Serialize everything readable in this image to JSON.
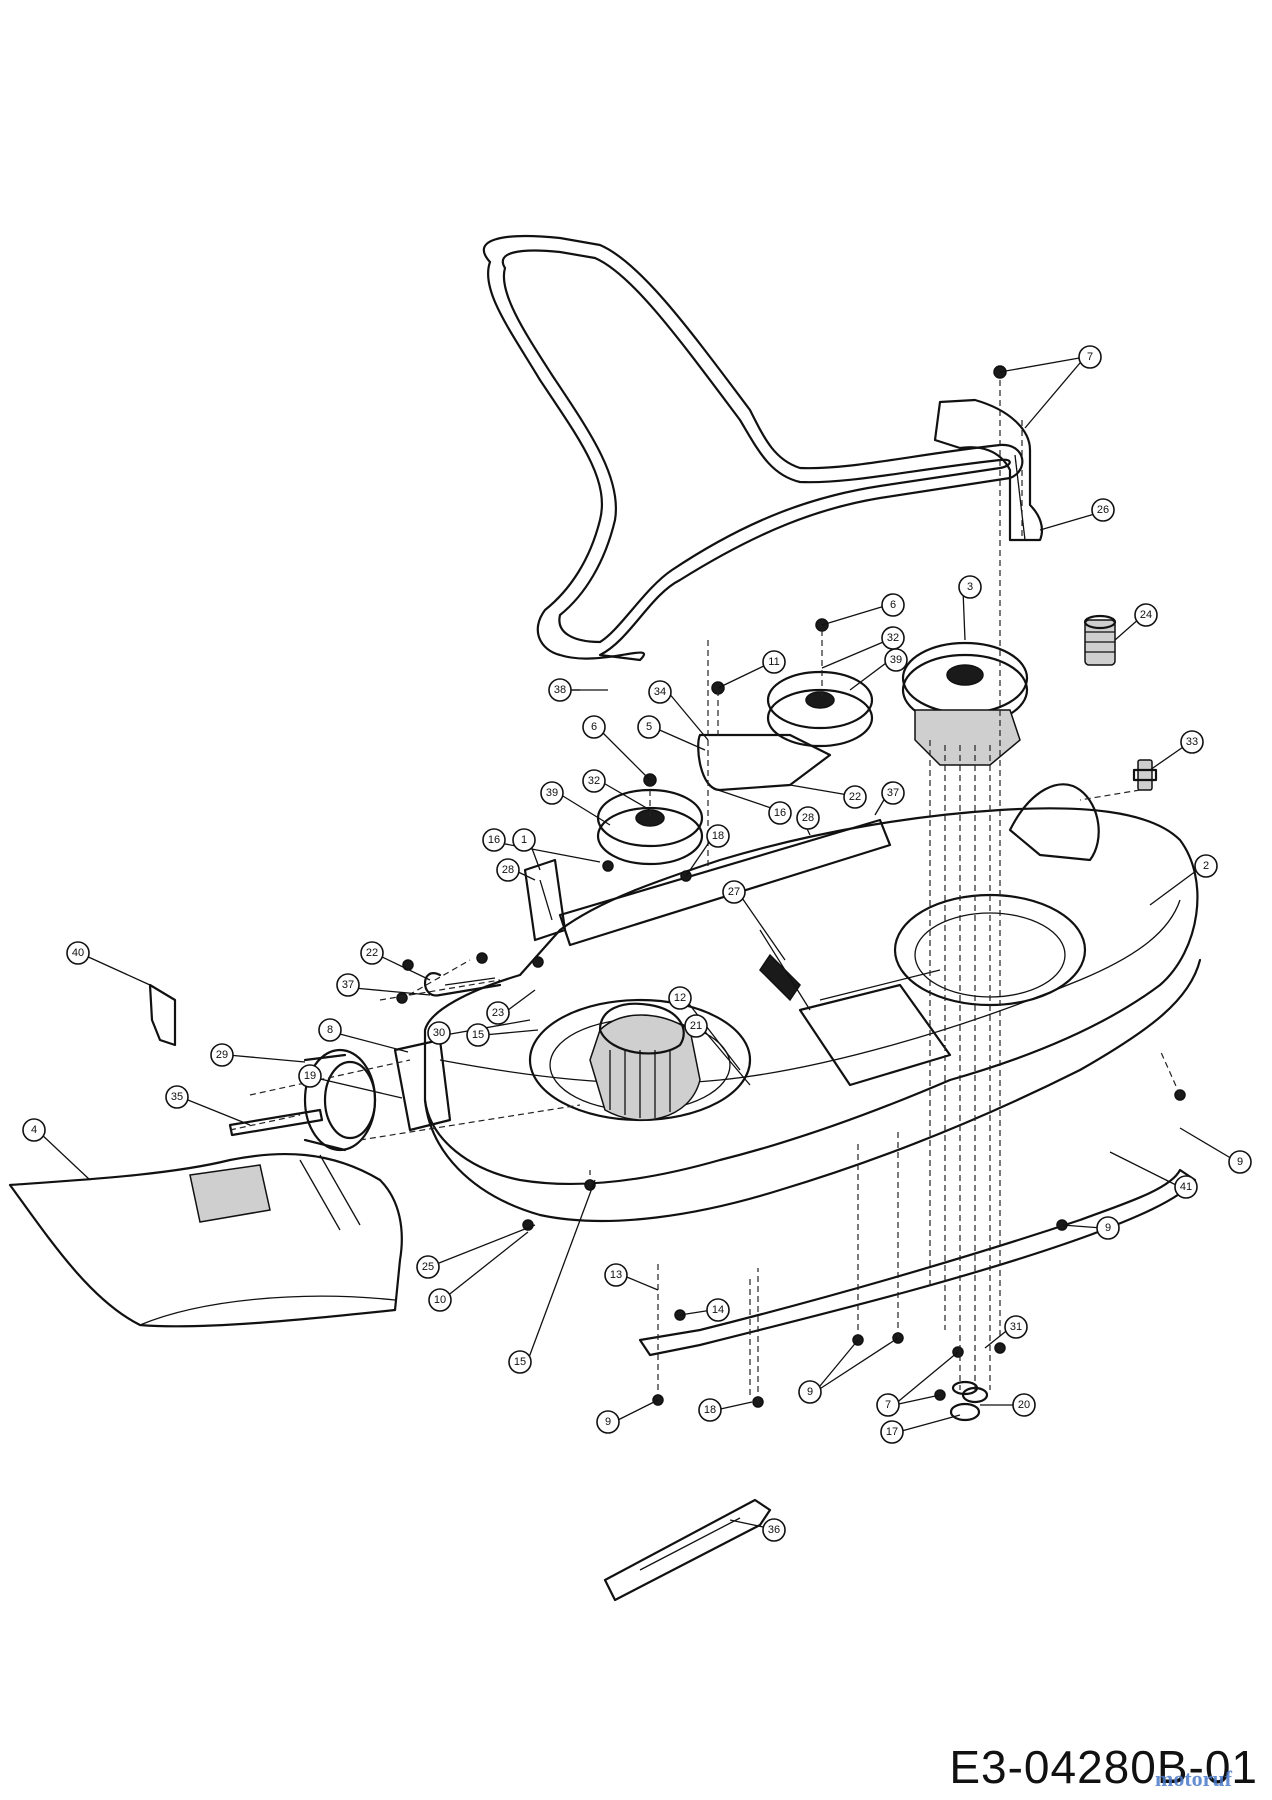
{
  "document_id": "E3-04280B-01",
  "watermark": "motoruf",
  "callouts": [
    {
      "label": "1"
    },
    {
      "label": "2"
    },
    {
      "label": "3"
    },
    {
      "label": "4"
    },
    {
      "label": "5"
    },
    {
      "label": "6"
    },
    {
      "label": "6"
    },
    {
      "label": "7"
    },
    {
      "label": "7"
    },
    {
      "label": "8"
    },
    {
      "label": "9"
    },
    {
      "label": "9"
    },
    {
      "label": "9"
    },
    {
      "label": "9"
    },
    {
      "label": "10"
    },
    {
      "label": "11"
    },
    {
      "label": "12"
    },
    {
      "label": "13"
    },
    {
      "label": "14"
    },
    {
      "label": "15"
    },
    {
      "label": "15"
    },
    {
      "label": "16"
    },
    {
      "label": "16"
    },
    {
      "label": "17"
    },
    {
      "label": "18"
    },
    {
      "label": "18"
    },
    {
      "label": "19"
    },
    {
      "label": "20"
    },
    {
      "label": "21"
    },
    {
      "label": "22"
    },
    {
      "label": "22"
    },
    {
      "label": "23"
    },
    {
      "label": "24"
    },
    {
      "label": "25"
    },
    {
      "label": "26"
    },
    {
      "label": "27"
    },
    {
      "label": "28"
    },
    {
      "label": "28"
    },
    {
      "label": "29"
    },
    {
      "label": "30"
    },
    {
      "label": "31"
    },
    {
      "label": "32"
    },
    {
      "label": "32"
    },
    {
      "label": "33"
    },
    {
      "label": "34"
    },
    {
      "label": "35"
    },
    {
      "label": "36"
    },
    {
      "label": "37"
    },
    {
      "label": "37"
    },
    {
      "label": "38"
    },
    {
      "label": "39"
    },
    {
      "label": "39"
    },
    {
      "label": "40"
    },
    {
      "label": "41"
    }
  ]
}
